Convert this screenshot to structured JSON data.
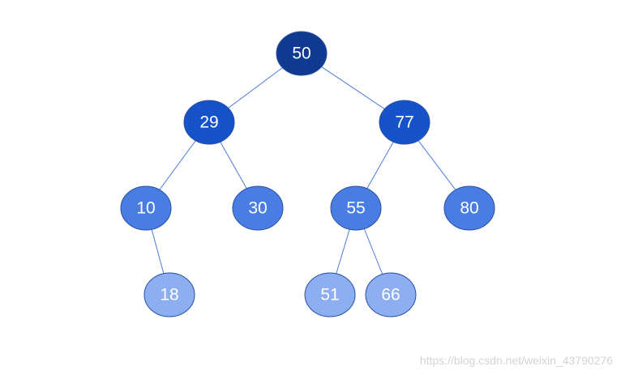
{
  "tree": {
    "nodes": [
      {
        "id": "n50",
        "label": "50",
        "level": 0,
        "color": "#0f3a8f"
      },
      {
        "id": "n29",
        "label": "29",
        "level": 1,
        "color": "#1652c9"
      },
      {
        "id": "n77",
        "label": "77",
        "level": 1,
        "color": "#1652c9"
      },
      {
        "id": "n10",
        "label": "10",
        "level": 2,
        "color": "#4a7de4"
      },
      {
        "id": "n30",
        "label": "30",
        "level": 2,
        "color": "#4a7de4"
      },
      {
        "id": "n55",
        "label": "55",
        "level": 2,
        "color": "#4a7de4"
      },
      {
        "id": "n80",
        "label": "80",
        "level": 2,
        "color": "#4a7de4"
      },
      {
        "id": "n18",
        "label": "18",
        "level": 3,
        "color": "#8daef0"
      },
      {
        "id": "n51",
        "label": "51",
        "level": 3,
        "color": "#8daef0"
      },
      {
        "id": "n66",
        "label": "66",
        "level": 3,
        "color": "#8daef0"
      }
    ],
    "edges": [
      [
        "n50",
        "n29"
      ],
      [
        "n50",
        "n77"
      ],
      [
        "n29",
        "n10"
      ],
      [
        "n29",
        "n30"
      ],
      [
        "n77",
        "n55"
      ],
      [
        "n77",
        "n80"
      ],
      [
        "n10",
        "n18"
      ],
      [
        "n55",
        "n51"
      ],
      [
        "n55",
        "n66"
      ]
    ],
    "edge_color": "#4a7bd8",
    "stroke_color": "#2a4fa0"
  },
  "watermark": {
    "text": "https://blog.csdn.net/weixin_43790276"
  }
}
